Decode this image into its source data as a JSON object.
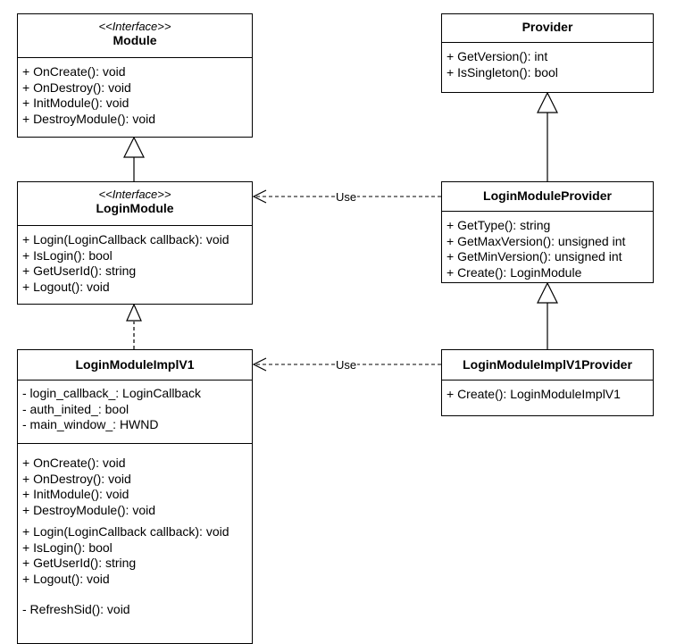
{
  "classes": {
    "module": {
      "stereotype": "<<Interface>>",
      "name": "Module",
      "methods": [
        "+ OnCreate(): void",
        "+ OnDestroy(): void",
        "+ InitModule(): void",
        "+ DestroyModule(): void"
      ]
    },
    "provider": {
      "name": "Provider",
      "methods": [
        "+ GetVersion(): int",
        "+ IsSingleton(): bool"
      ]
    },
    "login_module": {
      "stereotype": "<<Interface>>",
      "name": "LoginModule",
      "methods": [
        "+ Login(LoginCallback callback): void",
        "+ IsLogin(): bool",
        "+ GetUserId(): string",
        "+ Logout(): void"
      ]
    },
    "login_module_provider": {
      "name": "LoginModuleProvider",
      "methods": [
        "+ GetType(): string",
        "+ GetMaxVersion(): unsigned int",
        "+ GetMinVersion(): unsigned int",
        "+ Create(): LoginModule"
      ]
    },
    "login_module_impl_v1": {
      "name": "LoginModuleImplV1",
      "attributes": [
        "- login_callback_: LoginCallback",
        "- auth_inited_: bool",
        "- main_window_: HWND"
      ],
      "methods": [
        "+ OnCreate(): void",
        "+ OnDestroy(): void",
        "+ InitModule(): void",
        "+ DestroyModule(): void",
        "+ Login(LoginCallback callback): void",
        "+ IsLogin(): bool",
        "+ GetUserId(): string",
        "+ Logout(): void",
        "- RefreshSid(): void"
      ]
    },
    "login_module_impl_v1_provider": {
      "name": "LoginModuleImplV1Provider",
      "methods": [
        "+ Create(): LoginModuleImplV1"
      ]
    }
  },
  "relations": {
    "use_label_1": "Use",
    "use_label_2": "Use"
  }
}
